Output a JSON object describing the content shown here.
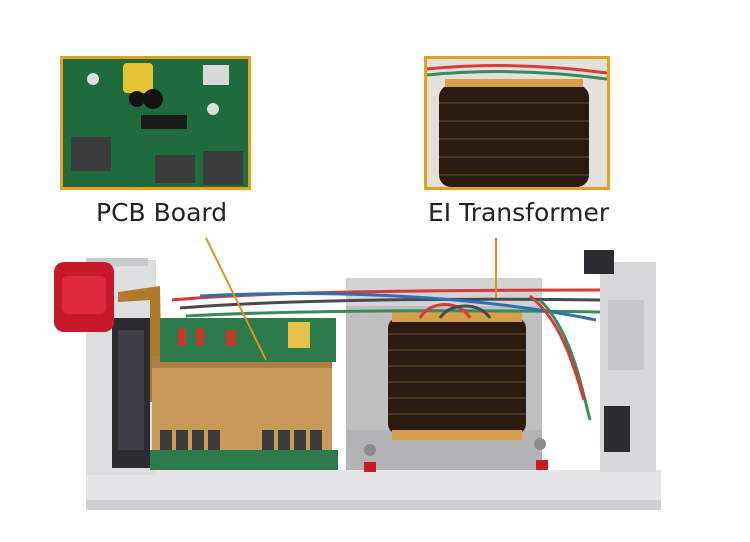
{
  "labels": {
    "pcb": "PCB Board",
    "transformer": "EI Transformer"
  },
  "colors": {
    "callout_border": "#e3a11c",
    "leader_line": "#d9922a",
    "pcb_green": "#2d7a4a",
    "coil_dark": "#2a1a10",
    "chassis": "#e8e9ea"
  },
  "images": {
    "pcb_closeup": "pcb-closeup",
    "transformer_closeup": "transformer-closeup",
    "main_photo": "voltage-stabilizer-internals"
  }
}
